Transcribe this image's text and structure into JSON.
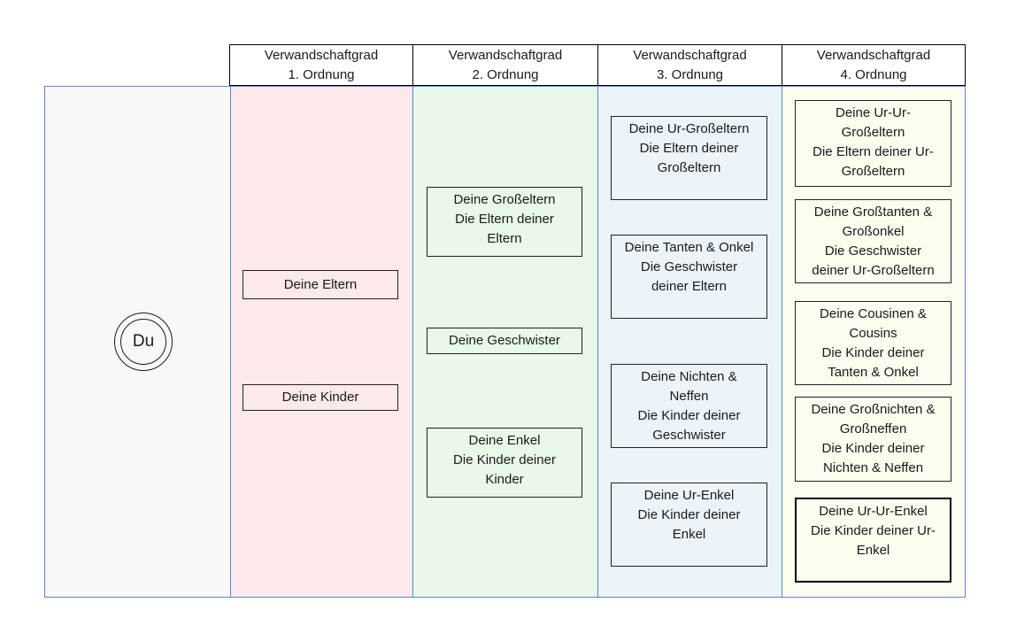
{
  "diagram": {
    "du_label": "Du",
    "colors": {
      "outline_blue": "#5b87d5",
      "du_panel_gray": "#f8f8f8",
      "order1_pink": "#fce9e9",
      "order2_green": "#e9f8e9",
      "order3_blue": "#ecf3f9",
      "order4_cream": "#fdfcee",
      "header_bg": "#ffffff",
      "text": "#1a1a1a"
    },
    "columns": [
      {
        "header": "Verwandschaftgrad\n1. Ordnung",
        "color": "#fce9e9",
        "boxes": [
          {
            "text": "Deine Eltern"
          },
          {
            "text": "Deine Kinder"
          }
        ]
      },
      {
        "header": "Verwandschaftgrad\n2. Ordnung",
        "color": "#e9f8e9",
        "boxes": [
          {
            "text": "Deine Großeltern\nDie Eltern deiner\nEltern"
          },
          {
            "text": "Deine Geschwister"
          },
          {
            "text": "Deine Enkel\nDie Kinder deiner\nKinder"
          }
        ]
      },
      {
        "header": "Verwandschaftgrad\n3. Ordnung",
        "color": "#ecf3f9",
        "boxes": [
          {
            "text": "Deine Ur-Großeltern\nDie Eltern deiner\nGroßeltern"
          },
          {
            "text": "Deine Tanten & Onkel\nDie Geschwister\ndeiner Eltern"
          },
          {
            "text": "Deine Nichten &\nNeffen\nDie Kinder deiner\nGeschwister"
          },
          {
            "text": "Deine Ur-Enkel\nDie Kinder deiner\nEnkel"
          }
        ]
      },
      {
        "header": "Verwandschaftgrad\n4. Ordnung",
        "color": "#fdfcee",
        "boxes": [
          {
            "text": "Deine Ur-Ur-\nGroßeltern\nDie Eltern deiner Ur-\nGroßeltern"
          },
          {
            "text": "Deine Großtanten &\nGroßonkel\nDie Geschwister\ndeiner Ur-Großeltern"
          },
          {
            "text": "Deine Cousinen &\nCousins\nDie Kinder deiner\nTanten & Onkel"
          },
          {
            "text": "Deine Großnichten &\nGroßneffen\nDie Kinder deiner\nNichten & Neffen"
          },
          {
            "text": "Deine Ur-Ur-Enkel\nDie Kinder deiner Ur-\nEnkel"
          }
        ]
      }
    ]
  }
}
